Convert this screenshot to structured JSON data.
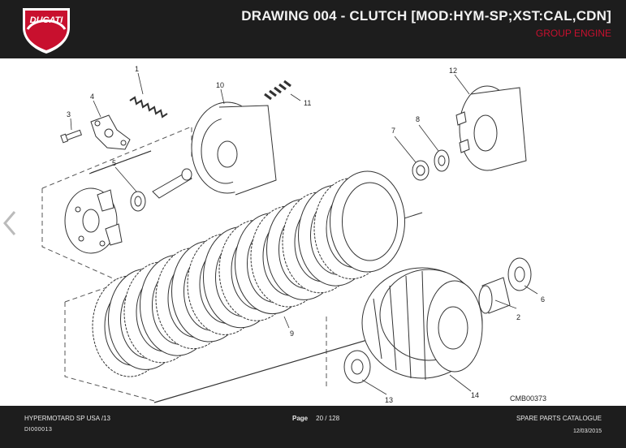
{
  "header": {
    "brand": "DUCATI",
    "title": "DRAWING 004 - CLUTCH [MOD:HYM-SP;XST:CAL,CDN]",
    "group": "GROUP ENGINE",
    "accent": "#c8102e"
  },
  "drawing": {
    "reference": "CMB00373",
    "part_numbers": [
      "1",
      "2",
      "3",
      "4",
      "5",
      "6",
      "7",
      "8",
      "9",
      "10",
      "11",
      "12",
      "13",
      "14"
    ]
  },
  "navigation": {
    "prev_icon": "chevron-left-icon"
  },
  "footer": {
    "model": "HYPERMOTARD SP USA /13",
    "code": "DI000013",
    "page_label": "Page",
    "page_value": "20 / 128",
    "catalogue": "SPARE PARTS CATALOGUE",
    "date": "12/03/2015"
  }
}
